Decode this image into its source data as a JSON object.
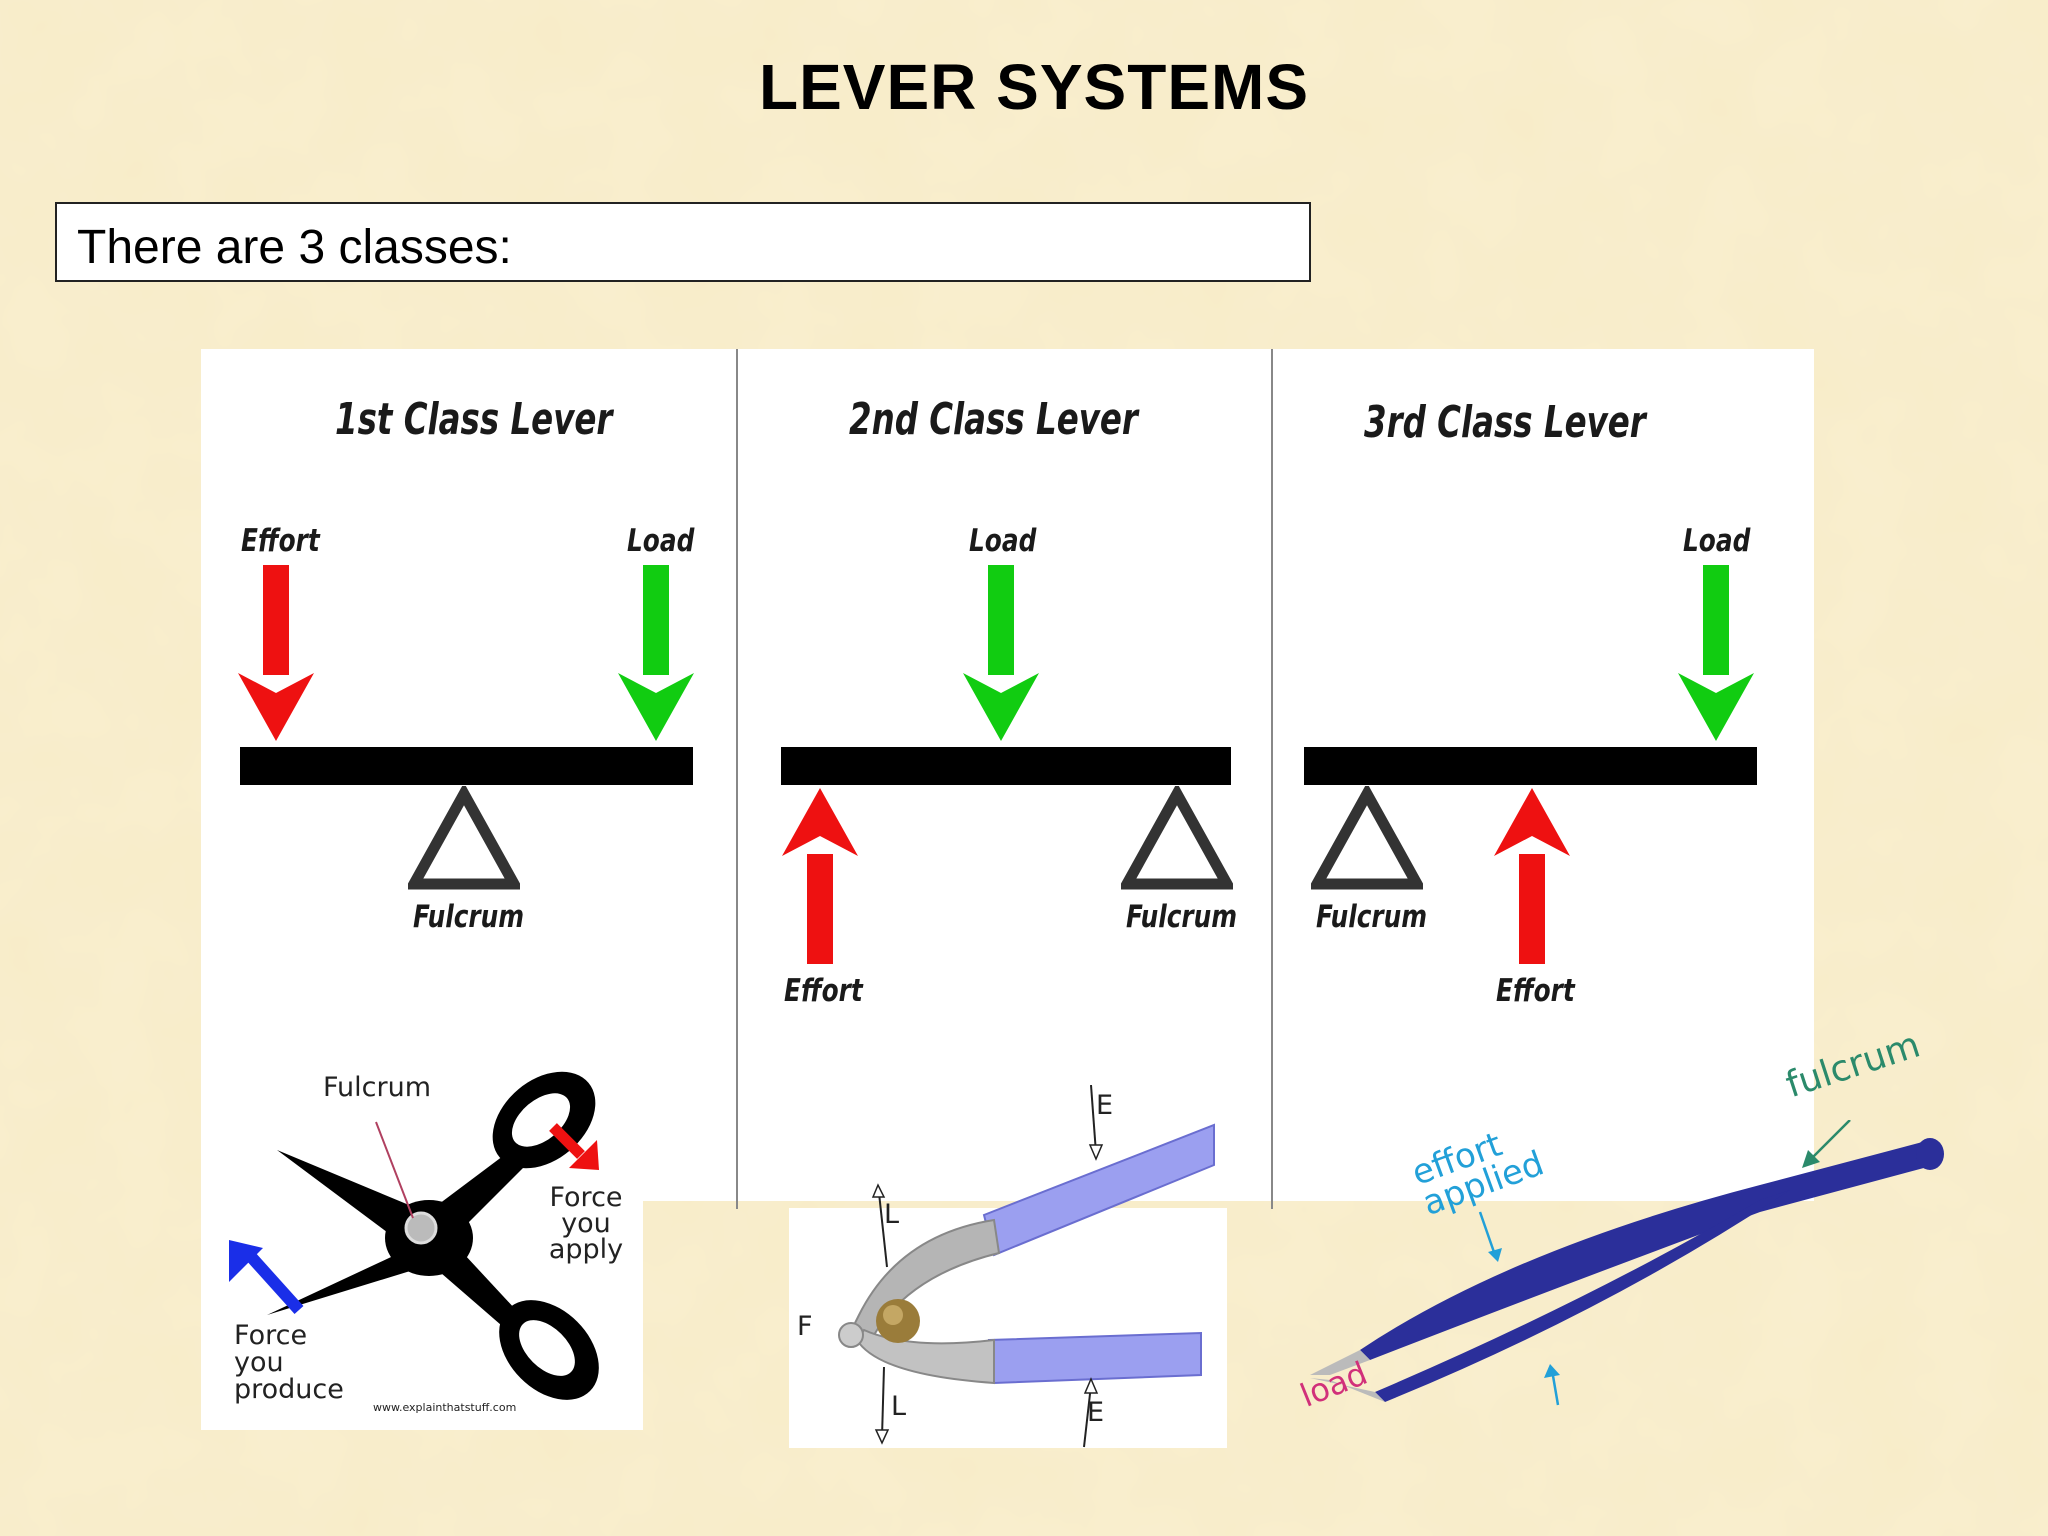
{
  "title": "LEVER SYSTEMS",
  "intro": "There are 3 classes:",
  "colors": {
    "background": "#f8ecc8",
    "effort_arrow": "#ee1111",
    "load_arrow": "#11cc11",
    "beam": "#000000",
    "tweezers": "#2b2f9a",
    "nutcracker_handle": "#9b9ff0"
  },
  "diagrams": [
    {
      "title": "1st Class Lever",
      "labels": {
        "effort": "Effort",
        "load": "Load",
        "fulcrum": "Fulcrum"
      }
    },
    {
      "title": "2nd Class Lever",
      "labels": {
        "load": "Load",
        "effort": "Effort",
        "fulcrum": "Fulcrum"
      }
    },
    {
      "title": "3rd Class Lever",
      "labels": {
        "load": "Load",
        "fulcrum": "Fulcrum",
        "effort": "Effort"
      }
    }
  ],
  "scissors": {
    "fulcrum": "Fulcrum",
    "apply": [
      "Force",
      "you",
      "apply"
    ],
    "produce": [
      "Force",
      "you",
      "produce"
    ],
    "credit": "www.explainthatstuff.com"
  },
  "nutcracker": {
    "e_top": "E",
    "l_top": "L",
    "f": "F",
    "l_bottom": "L",
    "e_bottom": "E"
  },
  "tweezers": {
    "fulcrum": "fulcrum",
    "effort_line1": "effort",
    "effort_line2": "applied",
    "load": "load"
  }
}
